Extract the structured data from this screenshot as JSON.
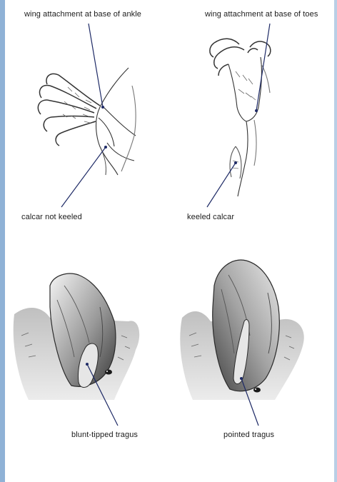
{
  "labels": {
    "wing_ankle": "wing attachment at base of ankle",
    "wing_toes": "wing attachment at base of toes",
    "calcar_not_keeled": "calcar not keeled",
    "keeled_calcar": "keeled calcar",
    "blunt_tragus": "blunt-tipped tragus",
    "pointed_tragus": "pointed tragus"
  },
  "colors": {
    "border_left": "#8fb2d6",
    "leader_line": "#1e2a66",
    "sketch_ink": "#333333"
  }
}
